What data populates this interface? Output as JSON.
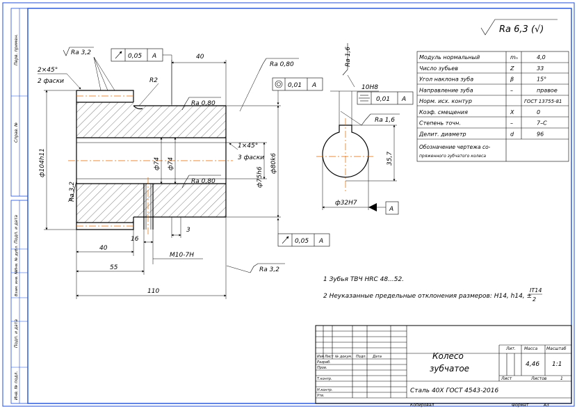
{
  "roughness": {
    "general": "Ra 6,3 (√)",
    "marks": [
      "Ra 3,2",
      "Ra 0,80",
      "Ra 0,80",
      "Ra 3,2",
      "Ra 0,80",
      "Ra 1,6",
      "Ra 1,6",
      "Ra 3,2"
    ]
  },
  "tolerances": {
    "runout_top": {
      "value": "0,05",
      "datum": "A"
    },
    "runout_bottom": {
      "value": "0,05",
      "datum": "A"
    },
    "concentric": {
      "value": "0,01",
      "datum": "A"
    },
    "symmetry": {
      "value": "0,01",
      "datum": "A"
    },
    "datum_label": "A"
  },
  "dimensions": {
    "d40_top": "40",
    "chamfer": "2×45°",
    "chamfer_note": "2 фаски",
    "r2": "R2",
    "d104": "ф104h11",
    "d74_a": "ф74",
    "d74_b": "ф74",
    "d75": "ф75h6",
    "d80": "ф80k6",
    "chamfer2": "1×45°",
    "chamfer2_note": "3 фаски",
    "d40_bottom": "40",
    "d16": "16",
    "d3": "3",
    "thread": "M10-7H",
    "d55": "55",
    "d110": "110",
    "keyway": "10H8",
    "key_depth": "35,7",
    "bore": "ф32H7"
  },
  "gear_params": {
    "rows": [
      {
        "name": "Модуль нормальный",
        "sym": "mₙ",
        "value": "4,0"
      },
      {
        "name": "Число зубьев",
        "sym": "Z",
        "value": "33"
      },
      {
        "name": "Угол наклона зуба",
        "sym": "β",
        "value": "15°"
      },
      {
        "name": "Направление зуба",
        "sym": "–",
        "value": "правое"
      },
      {
        "name": "Норм. исх. контур",
        "sym": "",
        "value": "ГОСТ 13755-81"
      },
      {
        "name": "Коэф. смещения",
        "sym": "X",
        "value": "0"
      },
      {
        "name": "Степень точн.",
        "sym": "–",
        "value": "7–C"
      },
      {
        "name": "Делит. диаметр",
        "sym": "d",
        "value": "96"
      }
    ],
    "mating_line1": "Обозначение чертежа со-",
    "mating_line2": "пряженного зубчатого колеса"
  },
  "notes": {
    "n1": "1 Зубья ТВЧ HRC 48...52.",
    "n2": "2 Неуказанные предельные отклонения размеров: H14, h14, ±",
    "n2_num": "IT14",
    "n2_den": "2"
  },
  "side_stamps": [
    "Перв. примен.",
    "Справ. №",
    "Подп. и дата",
    "Инв. № дубл.",
    "Взам. инв. №",
    "Подп. и дата",
    "Инв. № подл."
  ],
  "title_block": {
    "name_line1": "Колесо",
    "name_line2": "зубчатое",
    "material": "Сталь 40Х ГОСТ 4543-2016",
    "headers": [
      "Изм",
      "Лист",
      "№ докум.",
      "Подп.",
      "Дата"
    ],
    "roles": [
      "Разраб.",
      "Пров.",
      "Т.контр.",
      "Н.контр.",
      "Утв."
    ],
    "lit": "Лит.",
    "mass_label": "Масса",
    "mass": "4,46",
    "scale_label": "Масштаб",
    "scale": "1:1",
    "sheet_label": "Лист",
    "sheets_label": "Листов",
    "sheets_count": "1",
    "copied": "Копировал",
    "format_label": "Формат",
    "format": "A3"
  },
  "colors": {
    "frame": "#1f4fd6",
    "axis": "#e06a00"
  }
}
